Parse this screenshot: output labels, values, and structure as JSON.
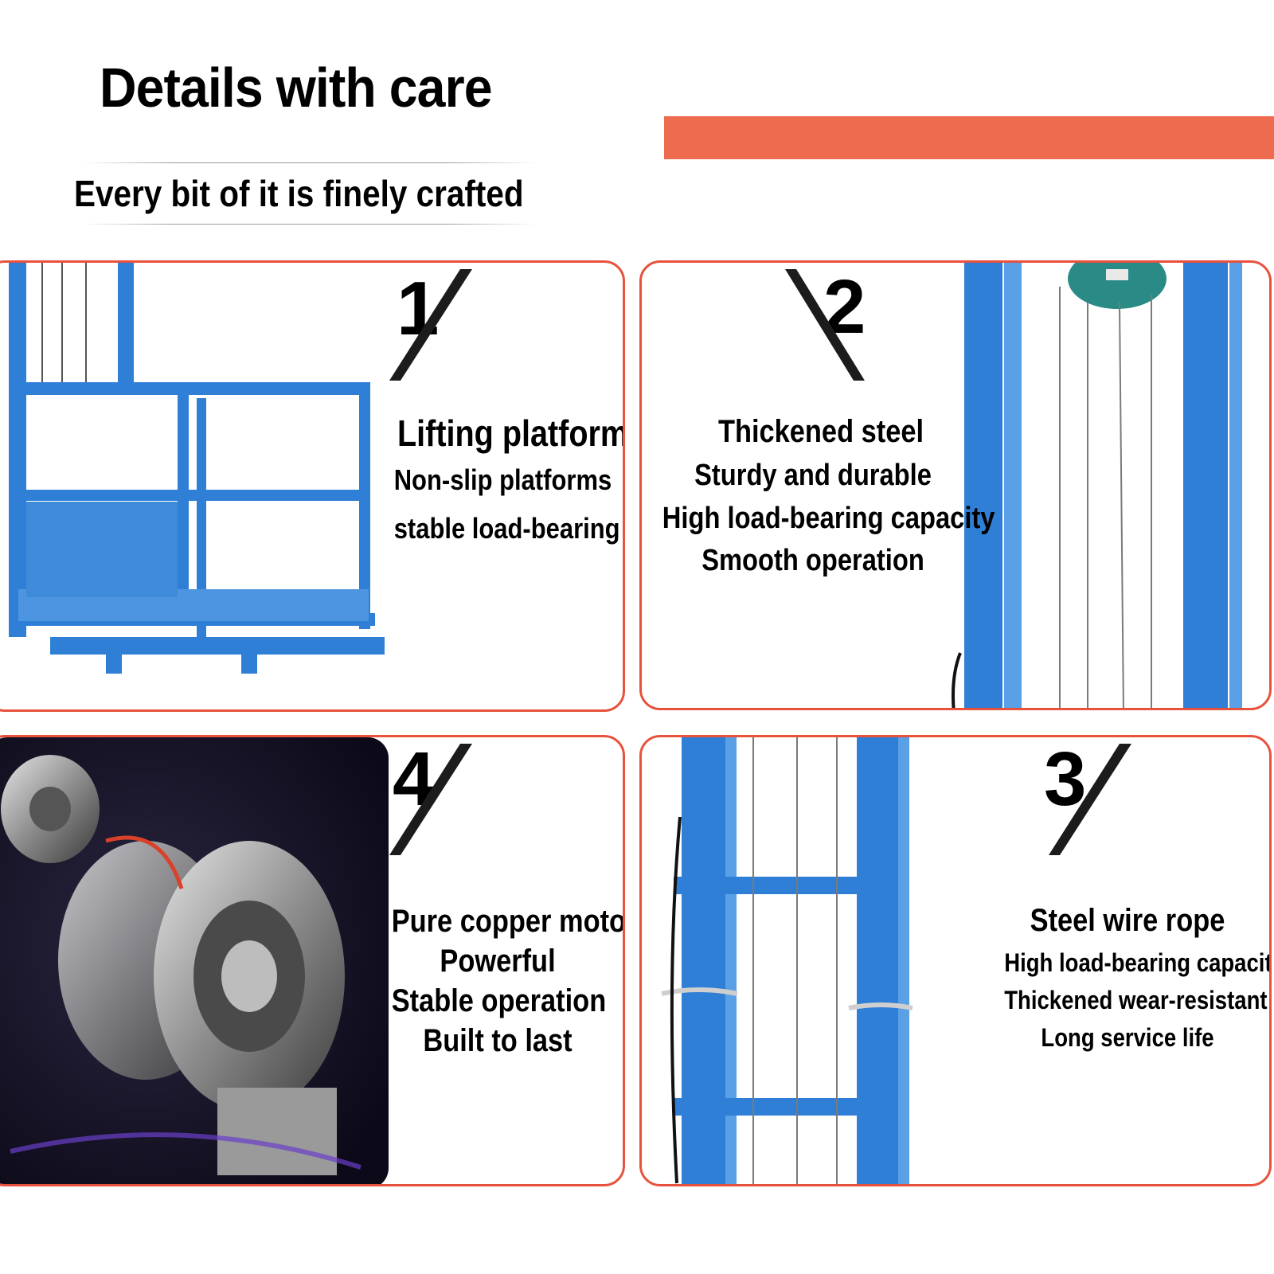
{
  "header": {
    "title": "Details with care",
    "subtitle": "Every bit of it is finely crafted",
    "accent_color": "#ee6b4f"
  },
  "border_color": "#e8523c",
  "frame_color": "#2f7fd6",
  "panels": [
    {
      "number": "1",
      "heading": "Lifting platforms",
      "lines": [
        "Non-slip platforms",
        "stable load-bearing"
      ],
      "icon": "platform-cage-icon"
    },
    {
      "number": "2",
      "heading": "Thickened steel",
      "lines": [
        "Sturdy and durable",
        "High load-bearing capacity",
        "Smooth operation"
      ],
      "icon": "steel-column-icon"
    },
    {
      "number": "4",
      "heading": "Pure copper motor",
      "lines": [
        "Powerful",
        "Stable operation",
        "Built to last"
      ],
      "icon": "motor-icon"
    },
    {
      "number": "3",
      "heading": "Steel wire rope",
      "lines": [
        "High load-bearing capacity",
        "Thickened wear-resistant",
        "Long service life"
      ],
      "icon": "wire-rope-icon"
    }
  ]
}
